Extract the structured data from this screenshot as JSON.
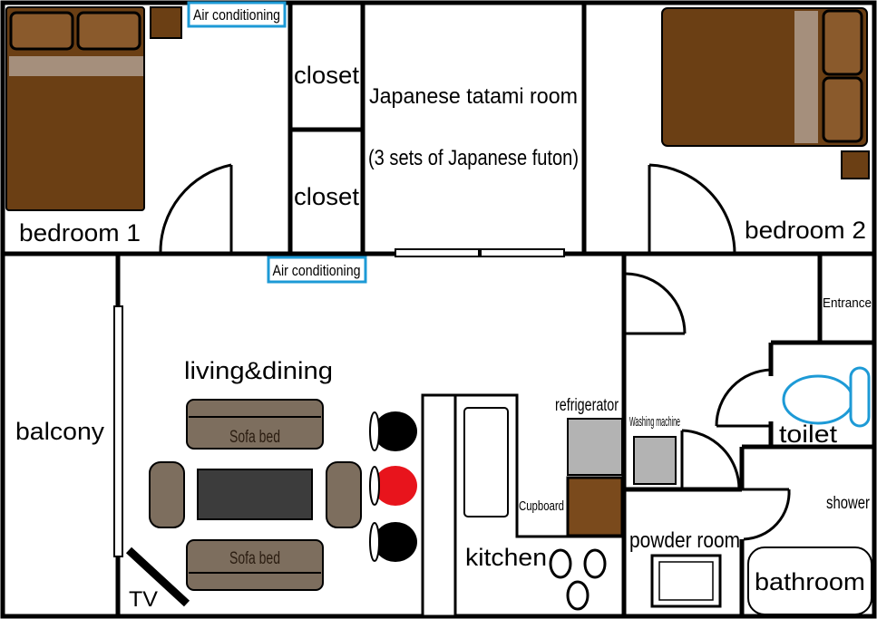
{
  "floorplan": {
    "rooms": {
      "bedroom1": "bedroom 1",
      "bedroom2": "bedroom 2",
      "closet_top": "closet",
      "closet_bottom": "closet",
      "tatami_title": "Japanese tatami room",
      "tatami_sub": "(3 sets of Japanese futon)",
      "living": "living&dining",
      "balcony": "balcony",
      "kitchen": "kitchen",
      "entrance": "Entrance",
      "toilet": "toilet",
      "shower": "shower",
      "bathroom": "bathroom",
      "powder_room": "powder room"
    },
    "fixtures": {
      "ac_bedroom": "Air conditioning",
      "ac_living": "Air conditioning",
      "sofa_top": "Sofa bed",
      "sofa_bottom": "Sofa bed",
      "tv": "TV",
      "refrigerator": "refrigerator",
      "washing_machine": "Washing machine",
      "cupboard": "Cupboard"
    },
    "colors": {
      "wood_dark": "#6b3f14",
      "wood": "#7a4a1c",
      "pillow": "#8a5a2c",
      "headboard": "#a58f7c",
      "sofa": "#7d6e5e",
      "table": "#3c3c3c",
      "chair": "#000000",
      "chair_accent": "#e8141c",
      "appliance": "#b3b3b3",
      "ac_border": "#1d9ad6",
      "toilet_outline": "#1d9ad6"
    }
  }
}
